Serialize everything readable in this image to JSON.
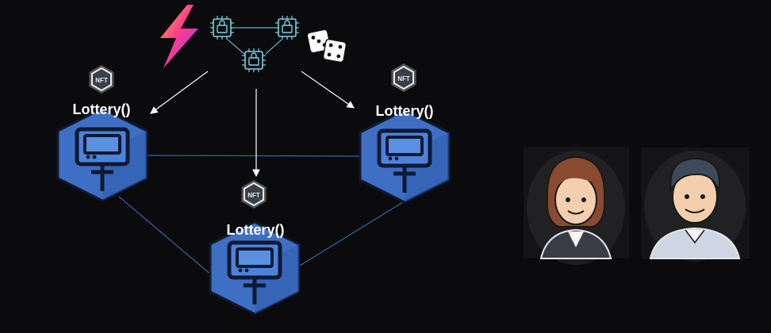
{
  "nodes": [
    {
      "id": "left",
      "label": "Lottery()",
      "badge": "NFT"
    },
    {
      "id": "right",
      "label": "Lottery()",
      "badge": "NFT"
    },
    {
      "id": "bottom",
      "label": "Lottery()",
      "badge": "NFT"
    }
  ],
  "top_cluster": {
    "icons": [
      "lightning-bolt-icon",
      "secure-chip-icon",
      "dice-icon"
    ]
  },
  "users": [
    {
      "name": "woman-avatar"
    },
    {
      "name": "man-avatar"
    }
  ],
  "colors": {
    "background": "#0b0b0d",
    "node_blue": "#3e6fc4",
    "node_blue_dark": "#2c55a3",
    "node_outline": "#0e1a33",
    "edge_blue": "#3b63a8",
    "chip_cyan": "#7ad6e8",
    "arrow_white": "#ffffff"
  }
}
